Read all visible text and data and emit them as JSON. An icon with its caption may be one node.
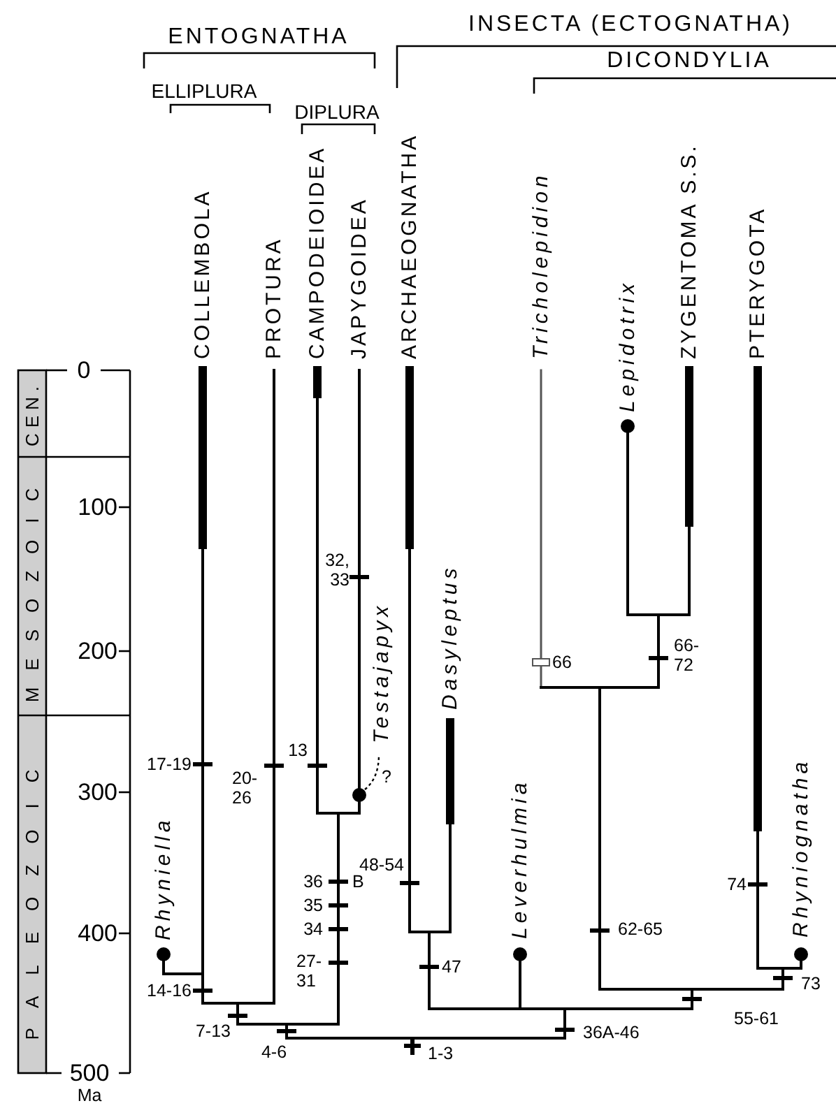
{
  "diagram": {
    "labels": [
      "INSECTA (ECTOGNATHA)",
      "ENTOGNATHA",
      "DICONDYLIA",
      "ELLIPLURA",
      "DIPLURA",
      "COLLEMBOLA",
      "PROTURA",
      "CAMPODEIOIDEA",
      "JAPYGOIDEA",
      "ARCHAEOGNATHA",
      "Tricholepidion",
      "ZYGENTOMA S.S.",
      "PTERYGOTA",
      "Lepidotrix",
      "0",
      "CEN.",
      "100",
      "MESOZOIC",
      "32, 33",
      "200",
      "Testajapyx",
      "Dasyleptus",
      "66",
      "66- 72",
      "17-19",
      "13",
      "20- 26",
      "?",
      "300",
      "PALEOZOIC",
      "36",
      "B",
      "48-54",
      "35",
      "74",
      "34",
      "62-65",
      "Leverhulmia",
      "Rhyniognatha",
      "Rhyniella",
      "400",
      "27- 31",
      "47",
      "73",
      "14-16",
      "55-61",
      "7-13",
      "36A-46",
      "4-6",
      "1-3",
      "500",
      "Ma"
    ]
  }
}
